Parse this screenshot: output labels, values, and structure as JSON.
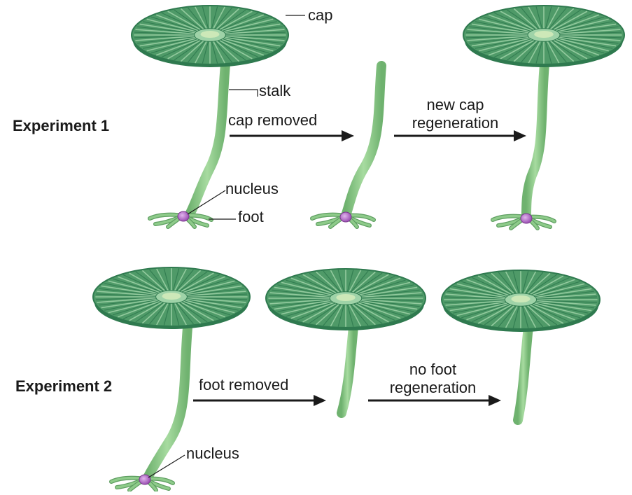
{
  "experiment1": {
    "title": "Experiment 1",
    "step1_label": "cap removed",
    "step2_label_line1": "new cap",
    "step2_label_line2": "regeneration"
  },
  "experiment2": {
    "title": "Experiment 2",
    "step1_label": "foot removed",
    "step2_label_line1": "no foot",
    "step2_label_line2": "regeneration"
  },
  "parts": {
    "cap": "cap",
    "stalk": "stalk",
    "nucleus": "nucleus",
    "foot": "foot"
  },
  "colors": {
    "cap_dark": "#2f7a4f",
    "cap_mid": "#4f9a68",
    "cap_light": "#9fd3a8",
    "cap_center": "#cde8b8",
    "stalk": "#8ecb8a",
    "stalk_edge": "#5f9f62",
    "nucleus": "#b46bc8",
    "arrow": "#1a1a1a"
  }
}
